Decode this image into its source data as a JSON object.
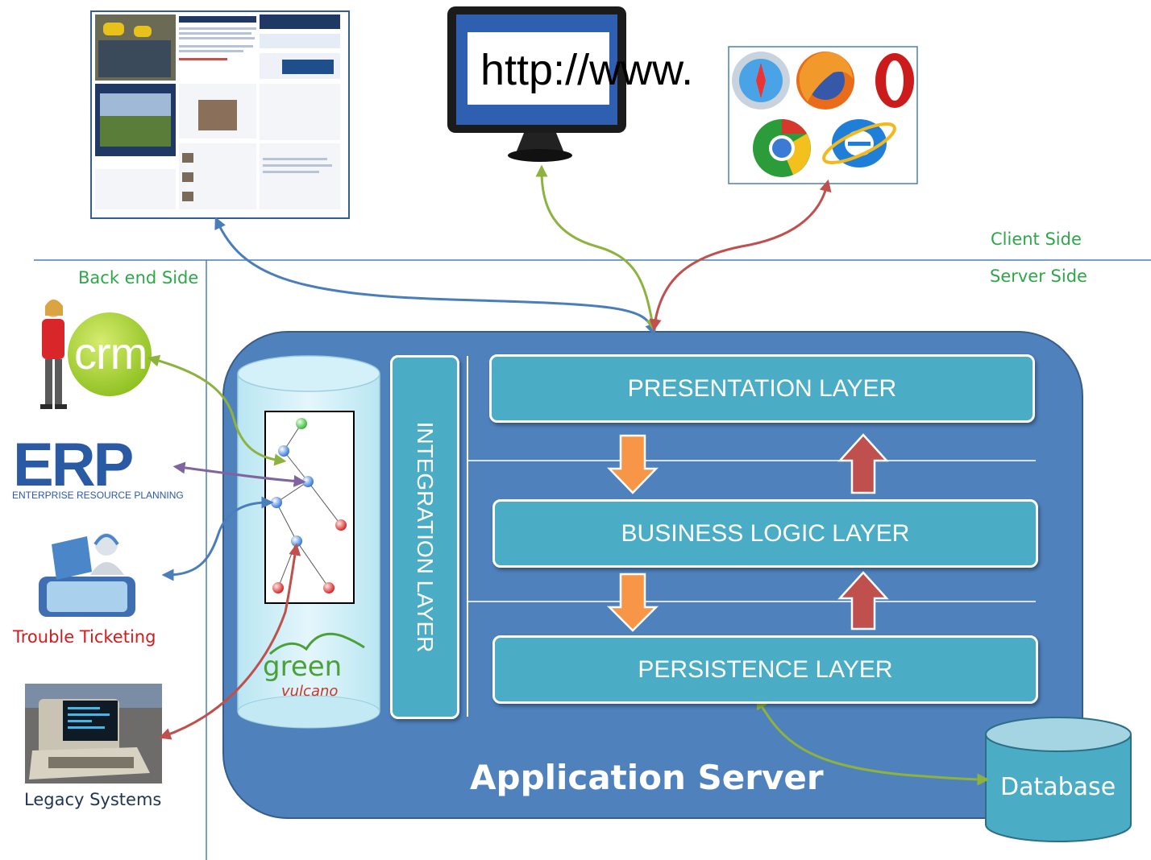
{
  "zones": {
    "client_side": "Client Side",
    "server_side": "Server Side",
    "back_end_side": "Back end Side"
  },
  "client": {
    "url_text": "http://www."
  },
  "app_server": {
    "title": "Application Server",
    "integration_layer": "INTEGRATION LAYER",
    "presentation_layer": "PRESENTATION LAYER",
    "business_logic_layer": "BUSINESS LOGIC LAYER",
    "persistence_layer": "PERSISTENCE LAYER",
    "database": "Database"
  },
  "backend": {
    "crm_logo": "crm",
    "erp_logo": "ERP",
    "erp_subtitle": "ENTERPRISE RESOURCE PLANNING",
    "trouble_ticketing": "Trouble Ticketing",
    "legacy_systems": "Legacy Systems"
  },
  "engine_logo": {
    "line1": "green",
    "line2": "vulcano"
  },
  "colors": {
    "server_fill": "#4f81bd",
    "layer_fill": "#4bacc6",
    "arrow_blue": "#4a7ebb",
    "arrow_green": "#8db33f",
    "arrow_red": "#c0504d",
    "arrow_purple": "#7f64a0",
    "down_arrow": "#f79646",
    "up_arrow": "#c0504d",
    "side_label_green": "#2fa64a",
    "trouble_label_red": "#d01c1c"
  },
  "icons": [
    "website-screenshot",
    "monitor-icon",
    "browser-logos",
    "crm-logo",
    "erp-logo",
    "helpdesk-icon",
    "legacy-terminal-photo",
    "graph-icon",
    "mountain-icon"
  ]
}
